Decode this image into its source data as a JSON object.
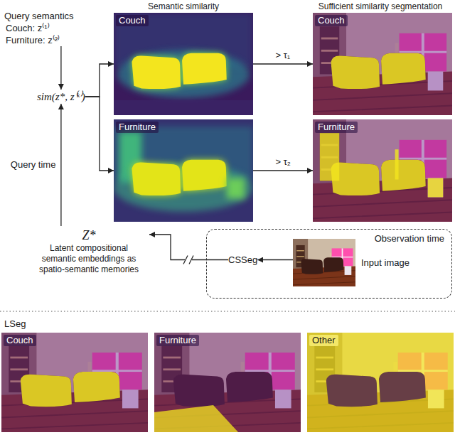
{
  "diagram": {
    "nodes": [
      {
        "text": [
          "Query semantics",
          "Couch: z⁽¹⁾",
          "Furniture: z⁽²⁾"
        ]
      },
      {
        "text": [
          "sim(z*, z⁽ᵏ⁾)"
        ]
      },
      {
        "text": [
          "Couch"
        ]
      },
      {
        "text": [
          "Couch"
        ]
      },
      {
        "text": [
          "Furniture"
        ]
      },
      {
        "text": [
          "Furniture"
        ]
      },
      {
        "text": [
          "Z*",
          "Latent compositional semantic embeddings as spatio-semantic memories"
        ]
      },
      {
        "text": [
          "Observation time"
        ]
      },
      {
        "text": [
          "CSSeg"
        ],
        "in": 7
      },
      {
        "text": [
          "Input image"
        ],
        "in": 7
      },
      {
        "text": [
          "Couch"
        ]
      },
      {
        "text": [
          "Furniture"
        ]
      },
      {
        "text": [
          "Other"
        ]
      }
    ],
    "edges": [
      {
        "from": 0,
        "to": 1,
        "arrow": "to"
      },
      {
        "from": 1,
        "to": 2,
        "arrow": "to"
      },
      {
        "from": 1,
        "to": 4,
        "arrow": "to"
      },
      {
        "from": 2,
        "to": 3,
        "label": "> τ₁",
        "arrow": "to"
      },
      {
        "from": 4,
        "to": 5,
        "label": "> τ₂",
        "arrow": "to"
      },
      {
        "from": 6,
        "to": 1,
        "label": "Query time",
        "arrow": "to"
      },
      {
        "from": 8,
        "to": 6,
        "arrow": "to"
      },
      {
        "from": 9,
        "to": 8,
        "arrow": "to"
      }
    ],
    "labels": [
      "Semantic similarity",
      "Sufficient similarity segmentation",
      "LSeg"
    ]
  }
}
